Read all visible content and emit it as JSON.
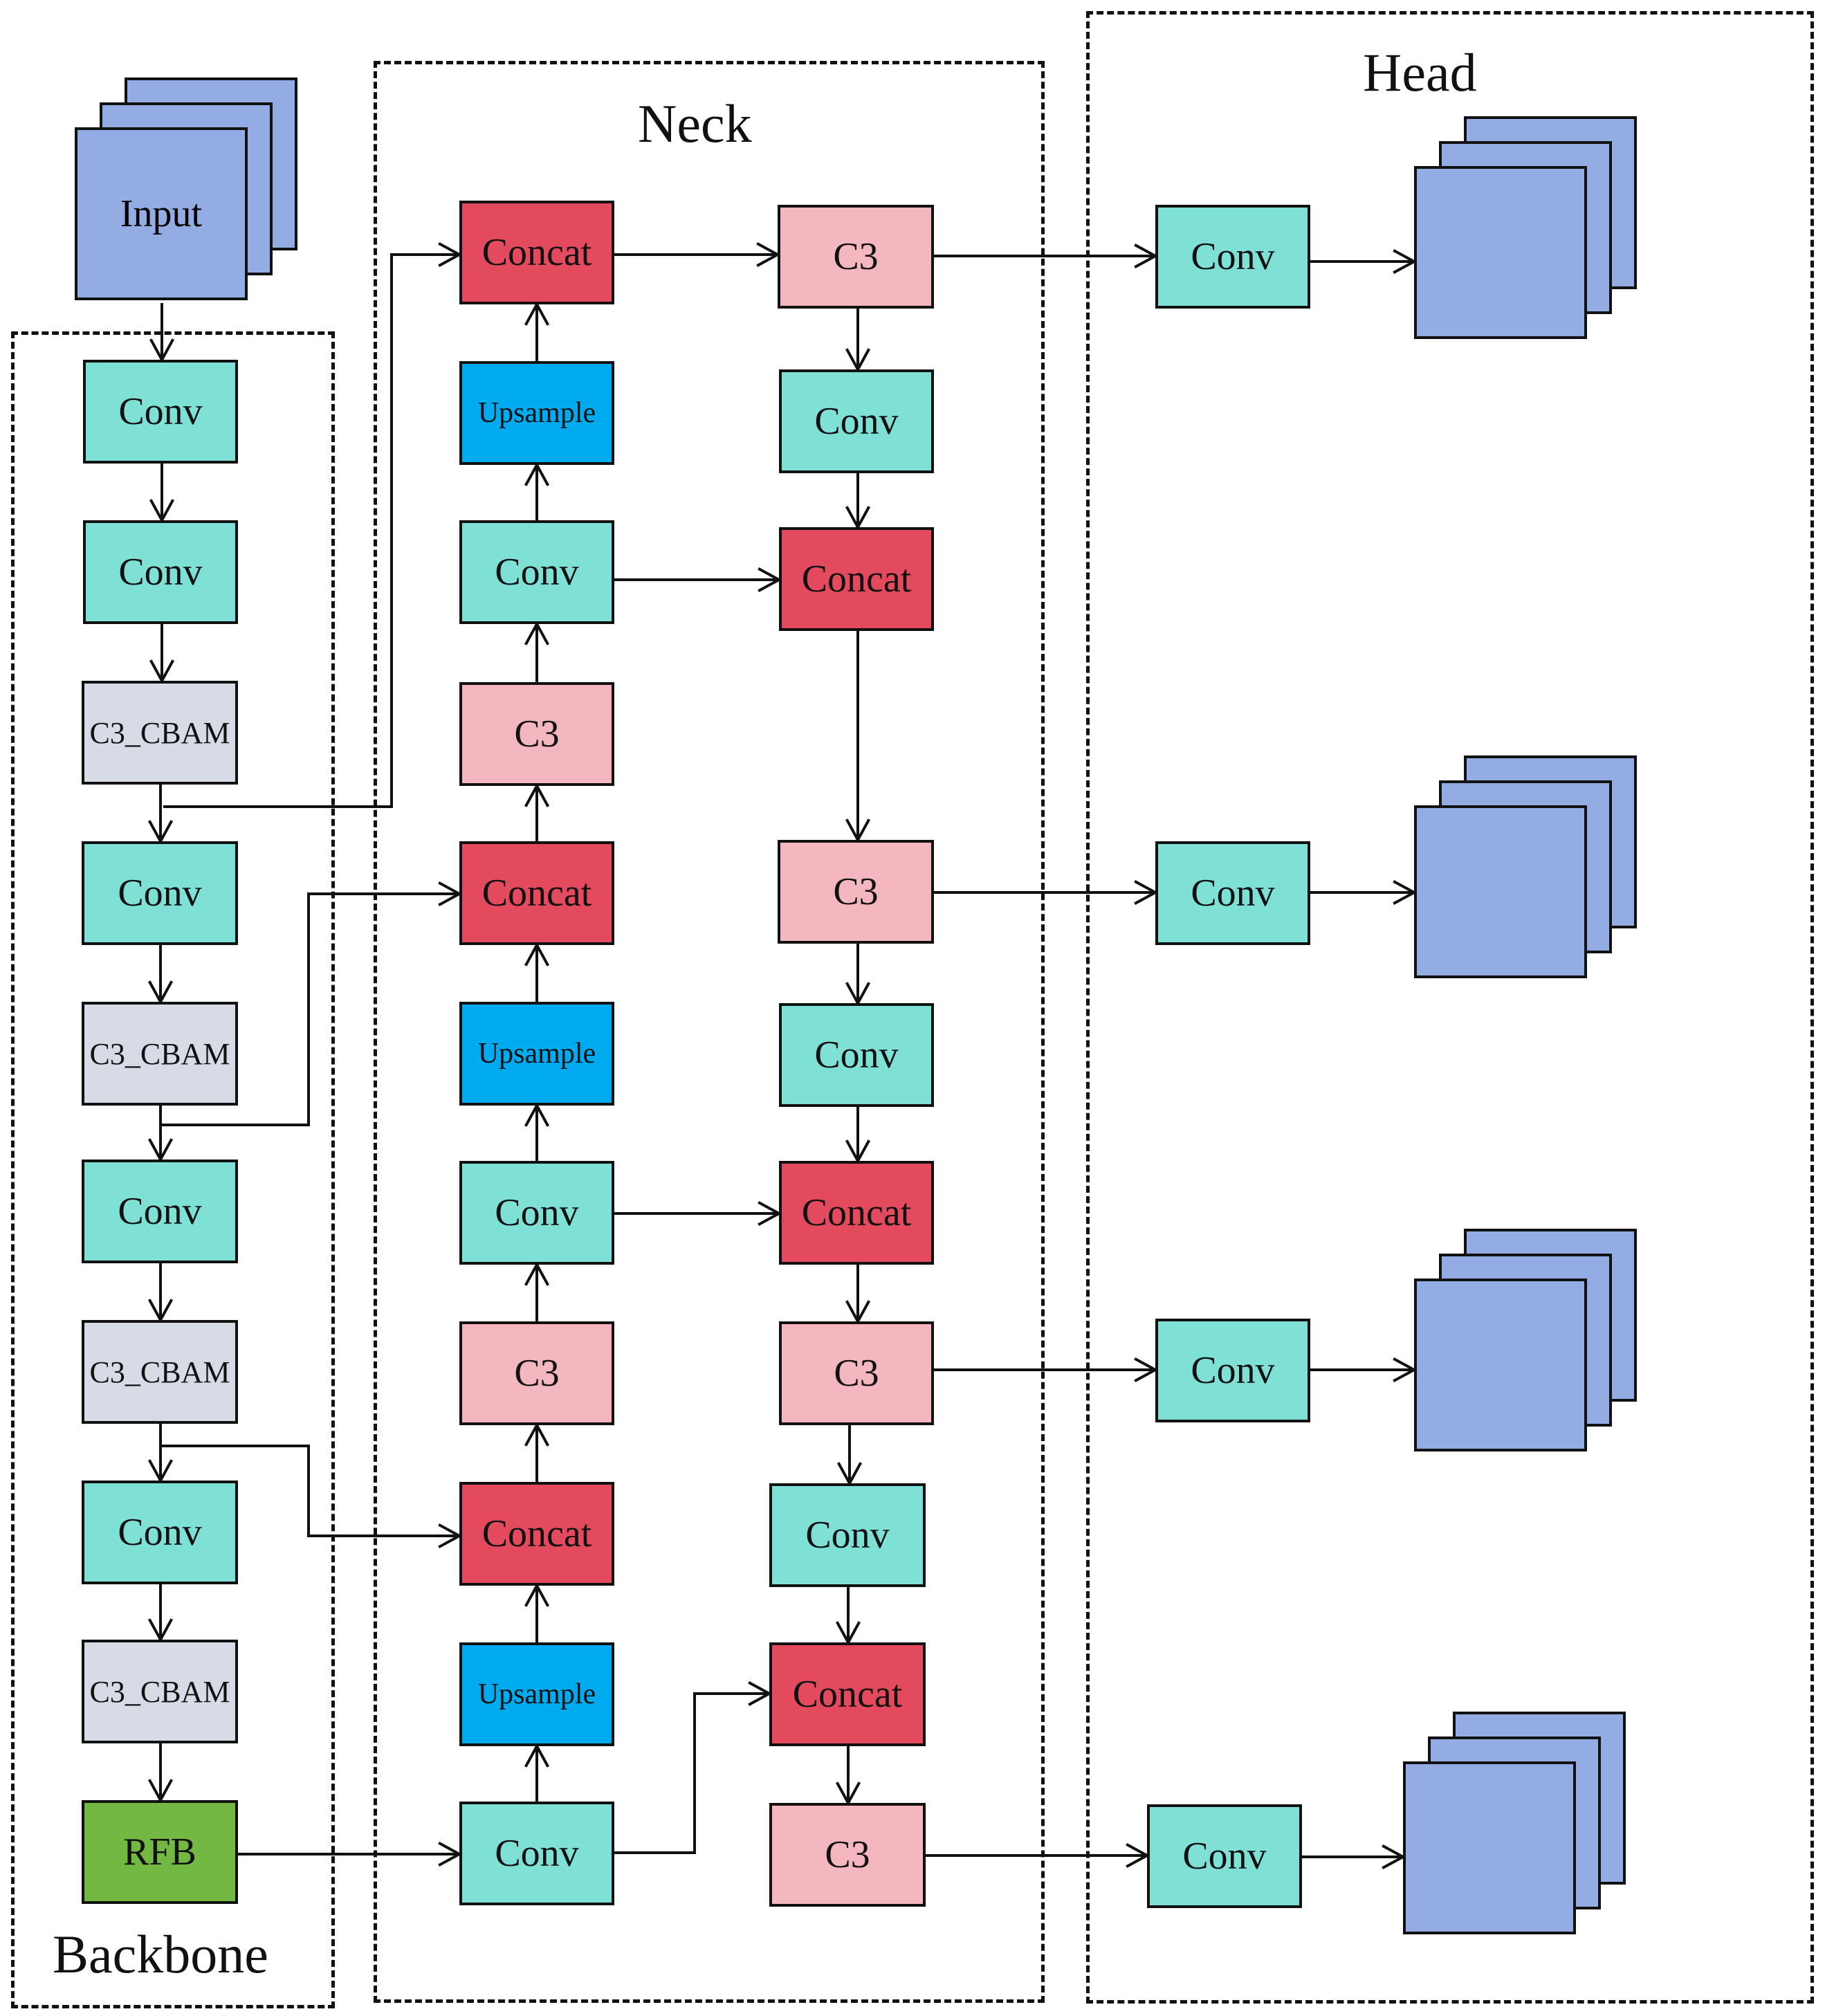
{
  "regions": {
    "backbone": "Backbone",
    "neck": "Neck",
    "head": "Head"
  },
  "input_label": "Input",
  "backbone_blocks": [
    "Conv",
    "Conv",
    "C3_CBAM",
    "Conv",
    "C3_CBAM",
    "Conv",
    "C3_CBAM",
    "Conv",
    "C3_CBAM",
    "RFB"
  ],
  "neck_col1": [
    "Concat",
    "Upsample",
    "Conv",
    "C3",
    "Concat",
    "Upsample",
    "Conv",
    "C3",
    "Concat",
    "Upsample",
    "Conv"
  ],
  "neck_col2": [
    "C3",
    "Conv",
    "Concat",
    "C3",
    "Conv",
    "Concat",
    "C3",
    "Conv",
    "Concat",
    "C3"
  ],
  "head_blocks": [
    "Conv",
    "Conv",
    "Conv",
    "Conv"
  ],
  "colors": {
    "conv": "#7fe0d6",
    "c3_cbam": "#d6dbe6",
    "rfb": "#72b843",
    "concat": "#e44a5d",
    "upsample": "#00aaee",
    "c3": "#f4b7c0",
    "feature_map": "#93ade4"
  }
}
